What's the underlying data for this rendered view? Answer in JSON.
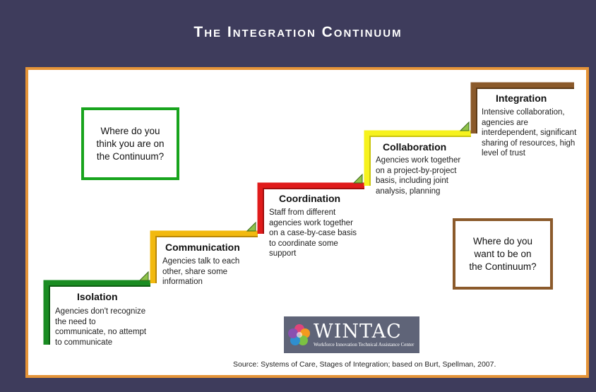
{
  "title": "The Integration Continuum",
  "stages": [
    {
      "name": "Isolation",
      "description": "Agencies don't recognize the need to communicate, no attempt to communicate",
      "color": "#1a8c22"
    },
    {
      "name": "Communication",
      "description": "Agencies talk to each other, share some information",
      "color": "#f2b90f"
    },
    {
      "name": "Coordination",
      "description": "Staff from different agencies work together on a case-by-case basis to coordinate some support",
      "color": "#e01b1b"
    },
    {
      "name": "Collaboration",
      "description": "Agencies work together on a project-by-project basis, including joint analysis, planning",
      "color": "#f6f21e"
    },
    {
      "name": "Integration",
      "description": "Intensive collaboration, agencies are interdependent, significant sharing of resources, high level of trust",
      "color": "#8b5a2b"
    }
  ],
  "callouts": {
    "current": {
      "text": "Where do you\nthink you are on\nthe Continuum?",
      "color": "#18a41d"
    },
    "desired": {
      "text": "Where do you\nwant to be on\nthe Continuum?",
      "color": "#8b5a2b"
    }
  },
  "logo": {
    "name": "WINTAC",
    "subtitle": "Workforce Innovation Technical Assistance Center"
  },
  "source": "Source: Systems of Care, Stages of Integration; based on Burt, Spellman, 2007.",
  "colors": {
    "background": "#3e3c5c",
    "panel_border": "#e59438",
    "arrow": "#8fc24a"
  }
}
